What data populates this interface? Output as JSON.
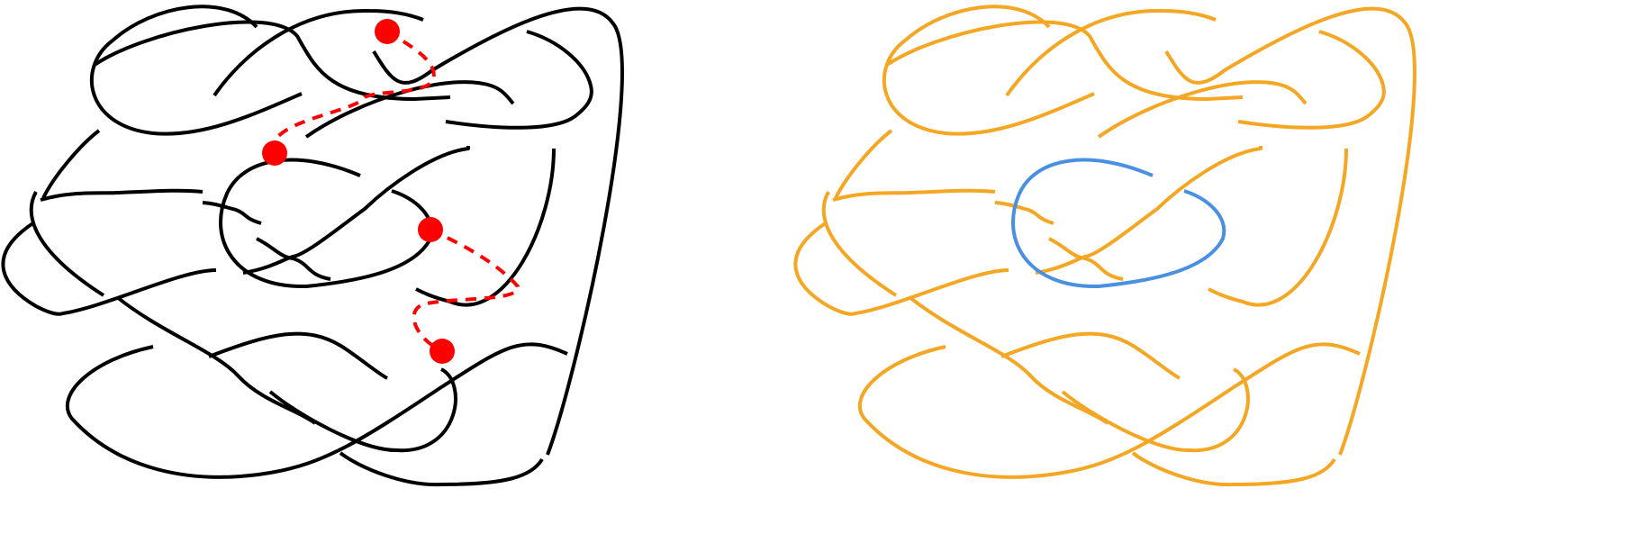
{
  "diagrams": [
    {
      "id": "left",
      "strand_color": "#000000",
      "marker_color": "#ff0000",
      "marker_count": 4
    },
    {
      "id": "right",
      "primary_color": "#f5a623",
      "secondary_color": "#4a90e2"
    }
  ]
}
